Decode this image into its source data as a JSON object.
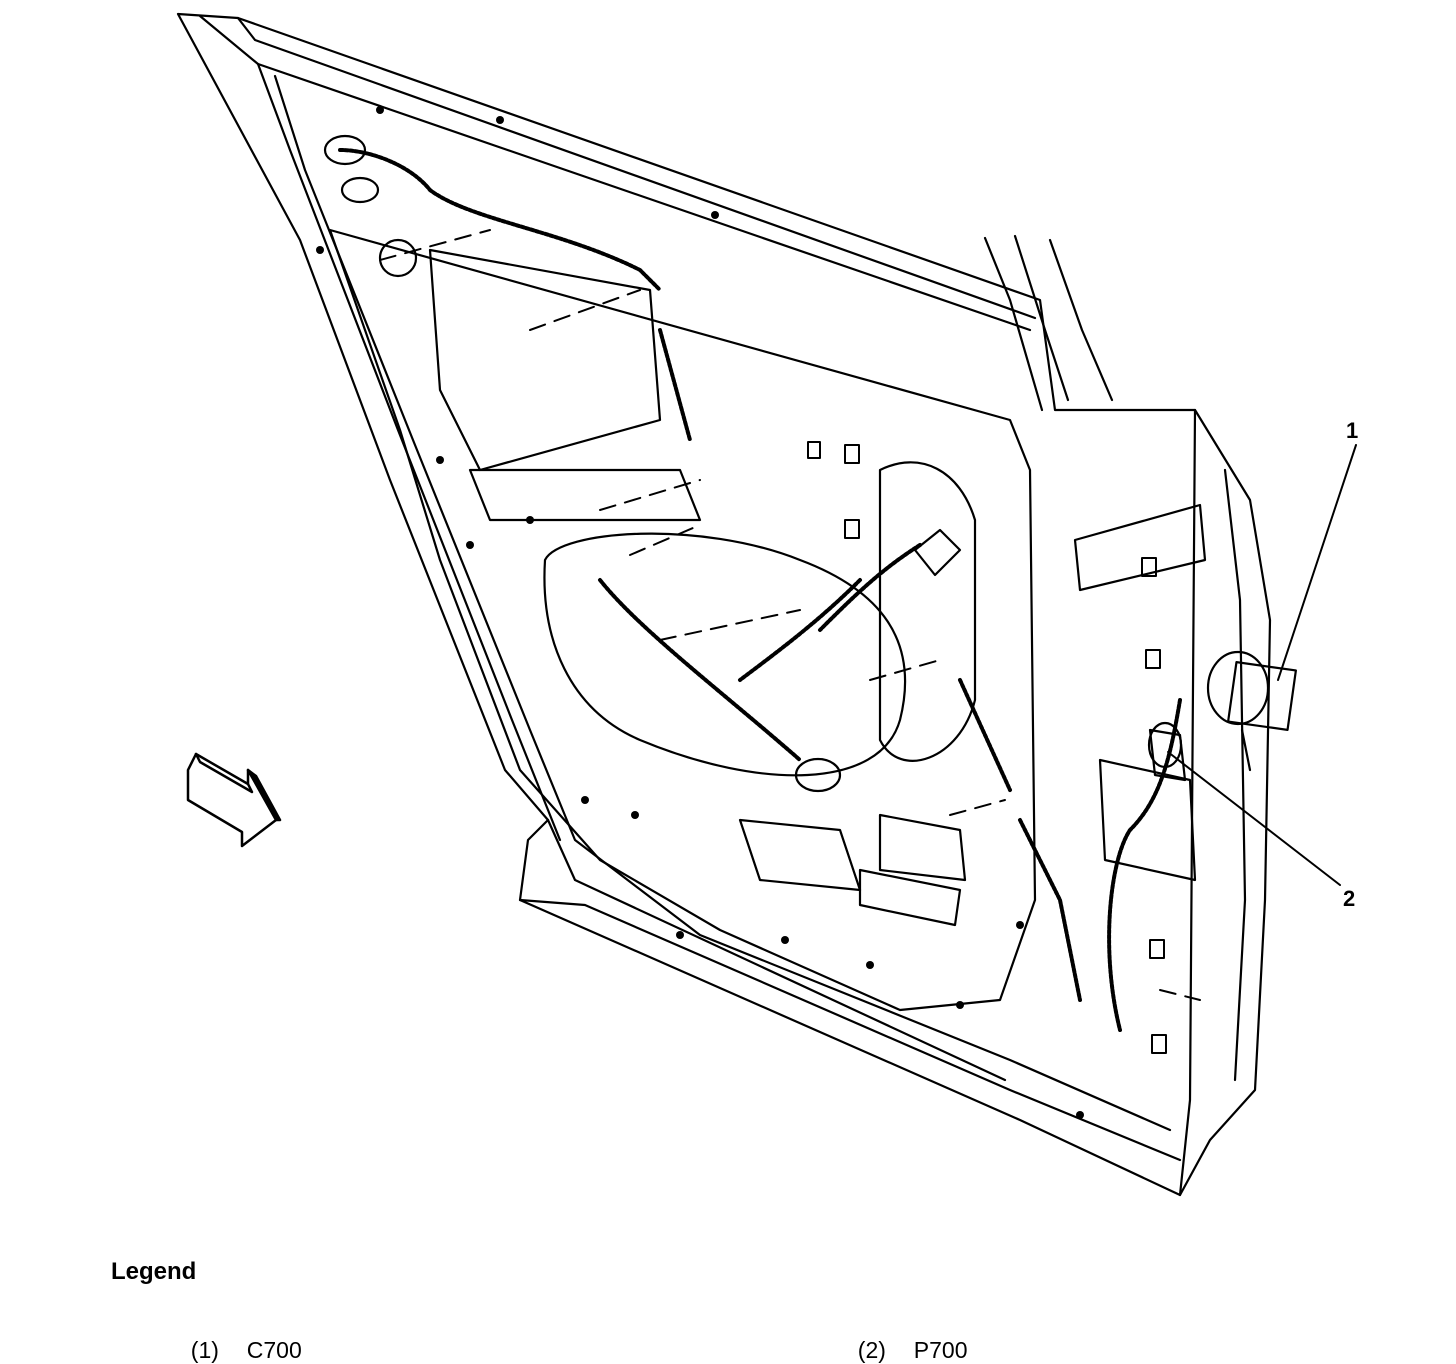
{
  "callouts": [
    {
      "label": "1"
    },
    {
      "label": "2"
    }
  ],
  "legend": {
    "title": "Legend",
    "items": [
      {
        "number": "(1)",
        "text": "C700"
      },
      {
        "number": "(2)",
        "text": "P700"
      }
    ]
  },
  "colors": {
    "line": "#000000",
    "background": "#ffffff"
  }
}
